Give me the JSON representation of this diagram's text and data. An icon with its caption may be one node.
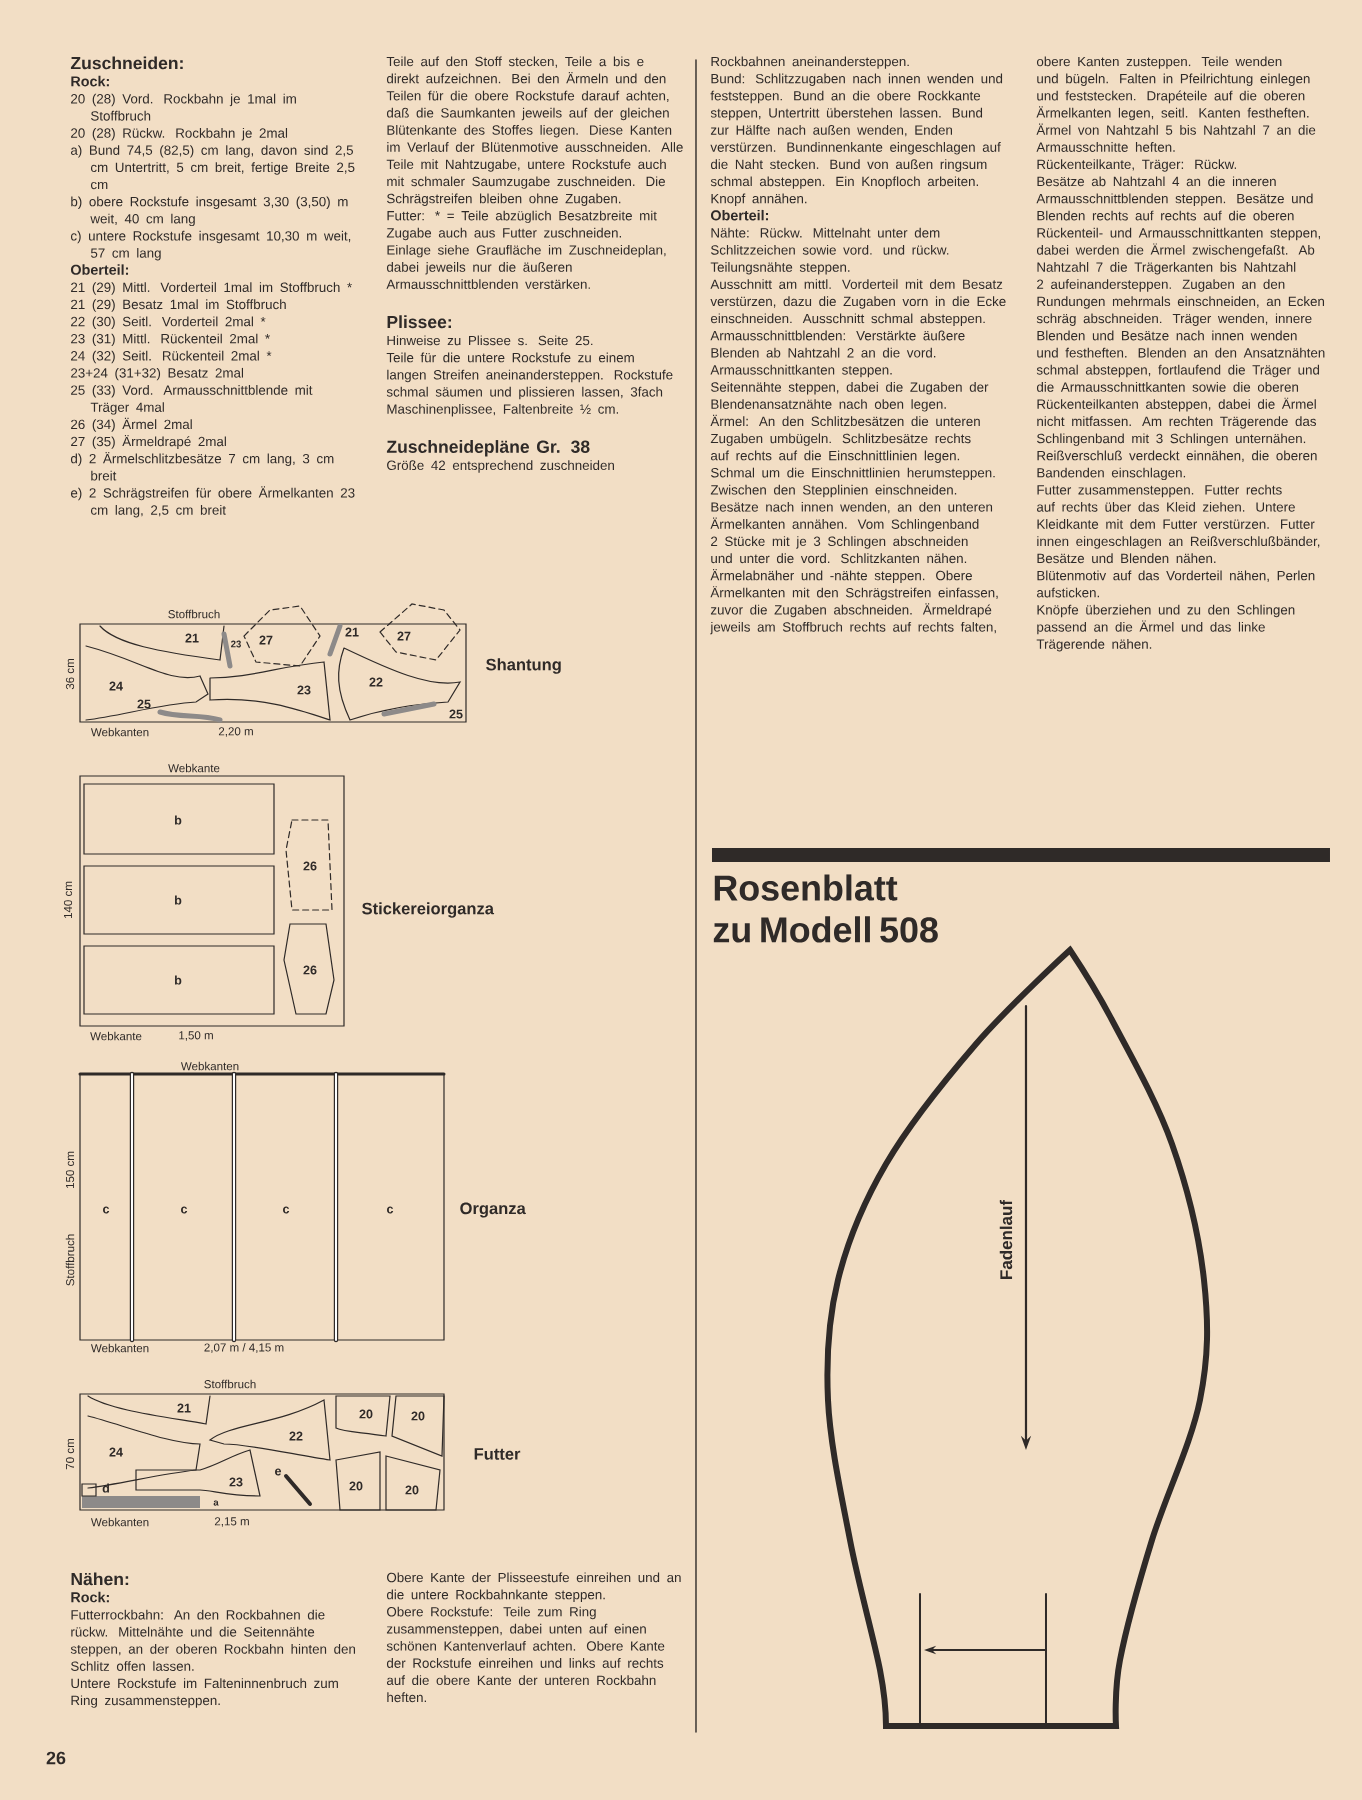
{
  "diagram": {
    "title": "Rosenblatt zu Modell 508",
    "labels": [
      "Zuschneiden:",
      "Rock:",
      "20 (28) Vord. Rockbahn je 1mal im Stoffbruch",
      "20 (28) Rückw. Rockbahn je 2mal",
      "a) Bund 74,5 (82,5) cm lang, davon sind 2,5 cm Untertritt, 5 cm breit, fertige Breite 2,5 cm",
      "b) obere Rockstufe insgesamt 3,30 (3,50) m weit, 40 cm lang",
      "c) untere Rockstufe insgesamt 10,30 m weit, 57 cm lang",
      "Oberteil:",
      "21 (29) Mittl. Vorderteil 1mal im Stoffbruch *",
      "21 (29) Besatz 1mal im Stoffbruch",
      "22 (30) Seitl. Vorderteil 2mal *",
      "23 (31) Mittl. Rückenteil 2mal *",
      "24 (32) Seitl. Rückenteil 2mal *",
      "23+24 (31+32) Besatz 2mal",
      "25 (33) Vord. Armausschnittblende mit Träger 4mal",
      "26 (34) Ärmel 2mal",
      "27 (35) Ärmeldrapé 2mal",
      "d) 2 Ärmelschlitzbesätze 7 cm lang, 3 cm breit",
      "e) 2 Schrägstreifen für obere Ärmelkanten 23 cm lang, 2,5 cm breit",
      "Teile auf den Stoff stecken, Teile a bis e direkt aufzeichnen. Bei den Ärmeln und den Teilen für die obere Rockstufe darauf achten, daß die Saumkanten jeweils auf der gleichen Blütenkante des Stoffes liegen. Diese Kanten im Verlauf der Blütenmotive ausschneiden. Alle Teile mit Nahtzugabe, untere Rockstufe auch mit schmaler Saumzugabe zuschneiden. Die Schrägstreifen bleiben ohne Zugaben.",
      "Futter: * = Teile abzüglich Besatzbreite mit Zugabe auch aus Futter zuschneiden.",
      "Einlage siehe Graufläche im Zuschneideplan, dabei jeweils nur die äußeren Armausschnittblenden verstärken.",
      "Plissee:",
      "Hinweise zu Plissee s. Seite 25.",
      "Teile für die untere Rockstufe zu einem langen Streifen aneinandersteppen. Rockstufe schmal säumen und plissieren lassen, 3fach Maschinenplissee, Faltenbreite ½ cm.",
      "Zuschneidepläne Gr. 38",
      "Größe 42 entsprechend zuschneiden",
      "Stoffbruch",
      "21",
      "23",
      "27",
      "21",
      "27",
      "36 cm",
      "24",
      "23",
      "22",
      "Shantung",
      "25",
      "25",
      "Webkanten",
      "2,20 m",
      "Webkante",
      "b",
      "26",
      "140 cm",
      "b",
      "Stickereiorganza",
      "b",
      "26",
      "Webkante",
      "1,50 m",
      "Webkanten",
      "150 cm",
      "c",
      "c",
      "c",
      "c",
      "Organza",
      "Stoffbruch",
      "Webkanten",
      "2,07 m / 4,15 m",
      "Stoffbruch",
      "21",
      "20",
      "20",
      "22",
      "24",
      "70 cm",
      "Futter",
      "d",
      "23",
      "e",
      "20",
      "20",
      "a",
      "Webkanten",
      "2,15 m",
      "Nähen:",
      "Rock:",
      "Futterrockbahn: An den Rockbahnen die rückw. Mittelnähte und die Seitennähte steppen, an der oberen Rockbahn hinten den Schlitz offen lassen.",
      "Untere Rockstufe im Falteninnenbruch zum Ring zusammensteppen.",
      "Obere Kante der Plisseestufe einreihen und an die untere Rockbahnkante steppen.",
      "Obere Rockstufe: Teile zum Ring zusammensteppen, dabei unten auf einen schönen Kantenverlauf achten. Obere Kante der Rockstufe einreihen und links auf rechts auf die obere Kante der unteren Rockbahn heften.",
      "Rockbahnen aneinandersteppen.",
      "Bund: Schlitzzugaben nach innen wenden und feststeppen. Bund an die obere Rockkante steppen, Untertritt überstehen lassen. Bund zur Hälfte nach außen wenden, Enden verstürzen. Bundinnenkante eingeschlagen auf die Naht stecken. Bund von außen ringsum schmal absteppen. Ein Knopfloch arbeiten. Knopf annähen.",
      "Oberteil:",
      "Nähte: Rückw. Mittelnaht unter dem Schlitzzeichen sowie vord. und rückw. Teilungsnähte steppen.",
      "Ausschnitt am mittl. Vorderteil mit dem Besatz verstürzen, dazu die Zugaben vorn in die Ecke einschneiden. Ausschnitt schmal absteppen.",
      "Armausschnittblenden: Verstärkte äußere Blenden ab Nahtzahl 2 an die vord. Armausschnittkanten steppen.",
      "Seitennähte steppen, dabei die Zugaben der Blendenansatznähte nach oben legen.",
      "Ärmel: An den Schlitzbesätzen die unteren Zugaben umbügeln. Schlitzbesätze rechts auf rechts auf die Einschnittlinien legen. Schmal um die Einschnittlinien herumsteppen. Zwischen den Stepplinien einschneiden. Besätze nach innen wenden, an den unteren Ärmelkanten annähen. Vom Schlingenband 2 Stücke mit je 3 Schlingen abschneiden und unter die vord. Schlitzkanten nähen. Ärmelabnäher und -nähte steppen. Obere Ärmelkanten mit den Schrägstreifen einfassen, zuvor die Zugaben abschneiden. Ärmeldrapé jeweils am Stoffbruch rechts auf rechts falten,",
      "obere Kanten zusteppen. Teile wenden und bügeln. Falten in Pfeilrichtung einlegen und feststecken. Drapéteile auf die oberen Ärmelkanten legen, seitl. Kanten festheften. Ärmel von Nahtzahl 5 bis Nahtzahl 7 an die Armausschnitte heften.",
      "Rückenteilkante, Träger: Rückw. Besätze ab Nahtzahl 4 an die inneren Armausschnittblenden steppen. Besätze und Blenden rechts auf rechts auf die oberen Rückenteil- und Armausschnittkanten steppen, dabei werden die Ärmel zwischengefaßt. Ab Nahtzahl 7 die Trägerkanten bis Nahtzahl 2 aufeinandersteppen. Zugaben an den Rundungen mehrmals einschneiden, an Ecken schräg abschneiden. Träger wenden, innere Blenden und Besätze nach innen wenden und festheften. Blenden an den Ansatznähten schmal absteppen, fortlaufend die Träger und die Armausschnittkanten sowie die oberen Rückenteilkanten absteppen, dabei die Ärmel nicht mitfassen. Am rechten Trägerende das Schlingenband mit 3 Schlingen unternähen.",
      "Reißverschluß verdeckt einnähen, die oberen Bandenden einschlagen.",
      "Futter zusammensteppen. Futter rechts auf rechts über das Kleid ziehen. Untere Kleidkante mit dem Futter verstürzen. Futter innen eingeschlagen an Reißverschlußbänder, Besätze und Blenden nähen.",
      "Blütenmotiv auf das Vorderteil nähen, Perlen aufsticken.",
      "Knöpfe überziehen und zu den Schlingen passend an die Ärmel und das linke Trägerende nähen.",
      "Fadenlauf",
      "26"
    ]
  }
}
